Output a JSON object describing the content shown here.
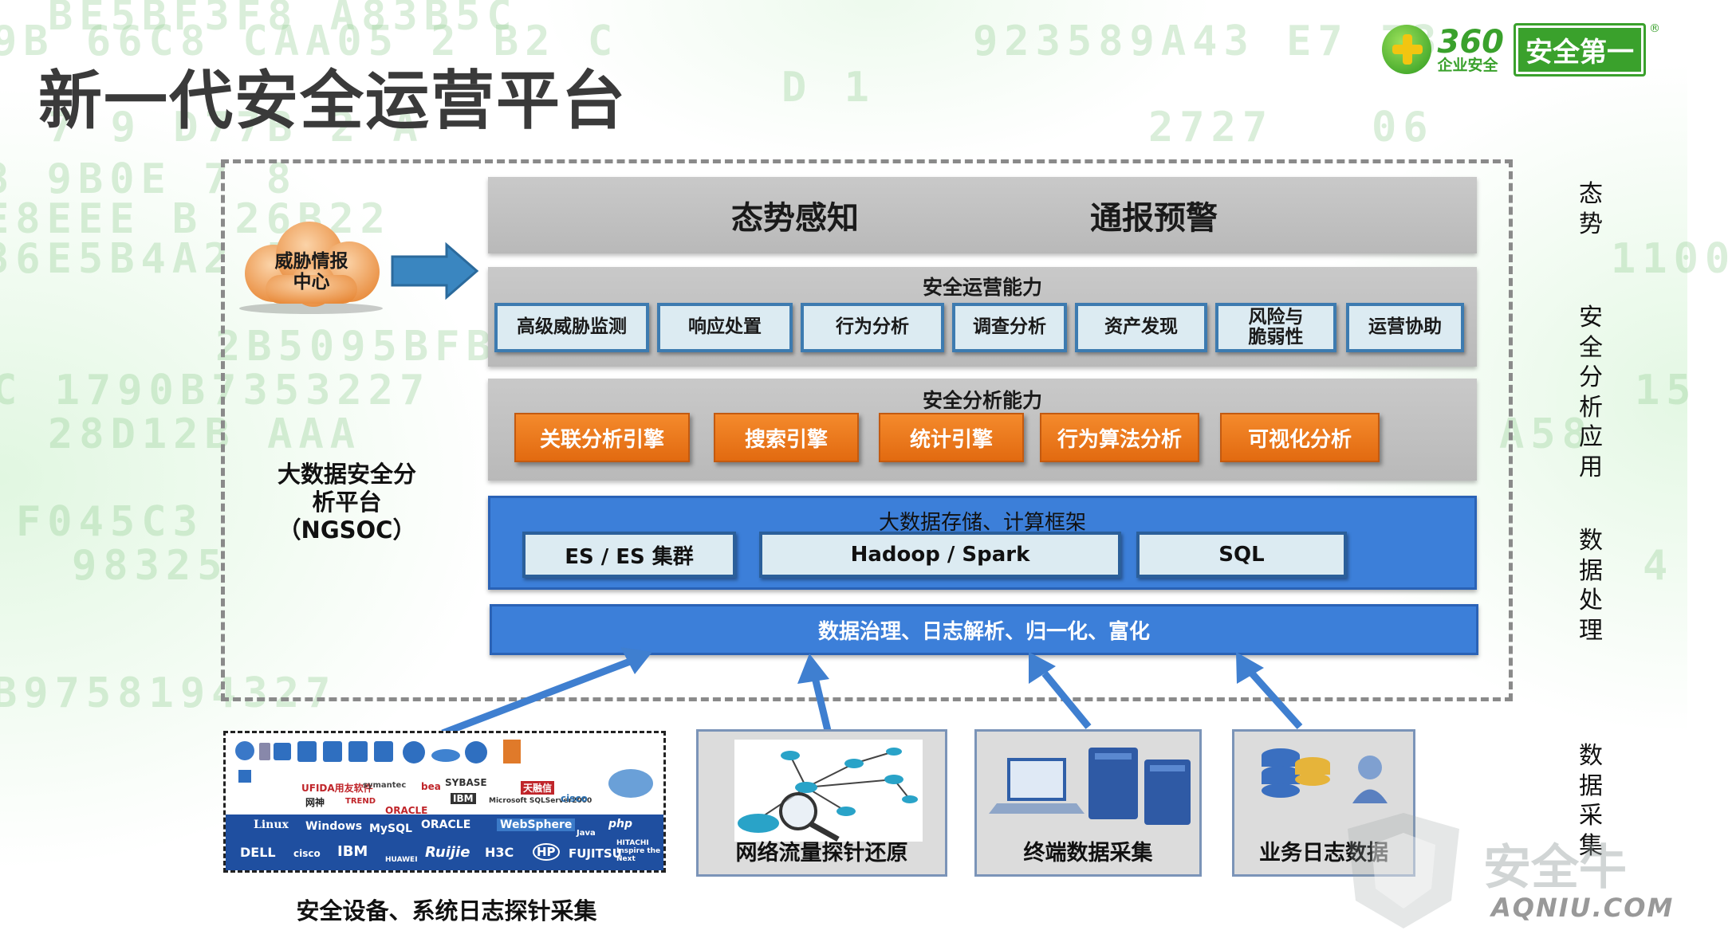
{
  "title": "新一代安全运营平台",
  "logo": {
    "number": "360",
    "subtitle": "企业安全",
    "badge": "安全第一",
    "registered": "®"
  },
  "situation_layer": {
    "left": "态势感知",
    "right": "通报预警"
  },
  "operations_layer": {
    "title": "安全运营能力",
    "items": [
      "高级威胁监测",
      "响应处置",
      "行为分析",
      "调查分析",
      "资产发现",
      "风险与脆弱性",
      "运营协助"
    ]
  },
  "analysis_layer": {
    "title": "安全分析能力",
    "engines": [
      "关联分析引擎",
      "搜索引擎",
      "统计引擎",
      "行为算法分析",
      "可视化分析"
    ]
  },
  "storage_layer": {
    "title": "大数据存储、计算框架",
    "items": [
      "ES / ES 集群",
      "Hadoop / Spark",
      "SQL"
    ]
  },
  "governance_layer": {
    "title": "数据治理、日志解析、归一化、富化"
  },
  "threat_intel": {
    "line1": "威胁情报",
    "line2": "中心"
  },
  "platform": {
    "line1": "大数据安全分",
    "line2": "析平台",
    "line3": "（NGSOC）"
  },
  "side_labels": {
    "situation": "态势",
    "analysis_app": "安全分析应用",
    "data_processing": "数据处理",
    "data_collection": "数据采集"
  },
  "sources": {
    "vendor_caption": "安全设备、系统日志探针采集",
    "network": "网络流量探针还原",
    "endpoint": "终端数据采集",
    "business_log": "业务日志数据"
  },
  "vendor_logos": {
    "row_white": [
      "UFIDA用友软件",
      "symantec",
      "网神",
      "TREND",
      "bea",
      "SYBASE",
      "IBM",
      "天融信",
      "ORACLE",
      "Microsoft SQLServer2000",
      "cisco"
    ],
    "row_blue_top": [
      "Linux",
      "Windows",
      "MySQL",
      "ORACLE",
      "WebSphere",
      "Java",
      "php"
    ],
    "row_blue_bottom": [
      "DELL",
      "cisco",
      "IBM",
      "HUAWEI",
      "Ruijie",
      "H3C",
      "HP",
      "FUJITSU",
      "HITACHI Inspire the Next"
    ]
  },
  "watermark": {
    "text": "安全牛",
    "url": "AQNIU.COM"
  },
  "background_hex": [
    "BE5BF3F8 A83B5C",
    "9B 66C8 CAA05 2 B2 C",
    "7 9 D77B 2 A",
    "8 9B0E 7 8",
    "E8EEE B 26B22",
    "86E5B4A2 5C6",
    "2B5095BFBC",
    "C 1790B7353227",
    "28D12B AAA",
    "F045C3",
    "98325",
    "B9758194327",
    "923589A43 E7 73",
    "D 1",
    "2727",
    "06",
    "1100",
    "15",
    "A58",
    "4"
  ],
  "colors": {
    "title_text": "#3a3a3a",
    "gray_layer": "#c2c2c2",
    "capability_fill": "#dcebf2",
    "capability_border": "#3d7bb0",
    "engine_orange": "#f07a22",
    "blue_layer": "#3c7fd9",
    "arrow_blue": "#3f7fd0",
    "cloud_orange": "#f2a665",
    "brand_green": "#3aa12c"
  }
}
